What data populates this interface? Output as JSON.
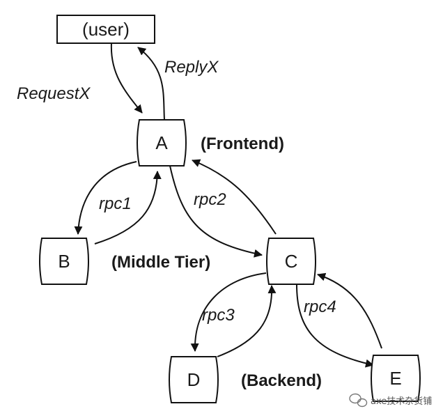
{
  "nodes": {
    "user": "(user)",
    "a": "A",
    "b": "B",
    "c": "C",
    "d": "D",
    "e": "E"
  },
  "edges": {
    "request": "RequestX",
    "reply": "ReplyX",
    "rpc1": "rpc1",
    "rpc2": "rpc2",
    "rpc3": "rpc3",
    "rpc4": "rpc4"
  },
  "tiers": {
    "frontend": "(Frontend)",
    "middle": "(Middle Tier)",
    "backend": "(Backend)"
  },
  "watermark": {
    "text": "axe技术杂货铺"
  }
}
